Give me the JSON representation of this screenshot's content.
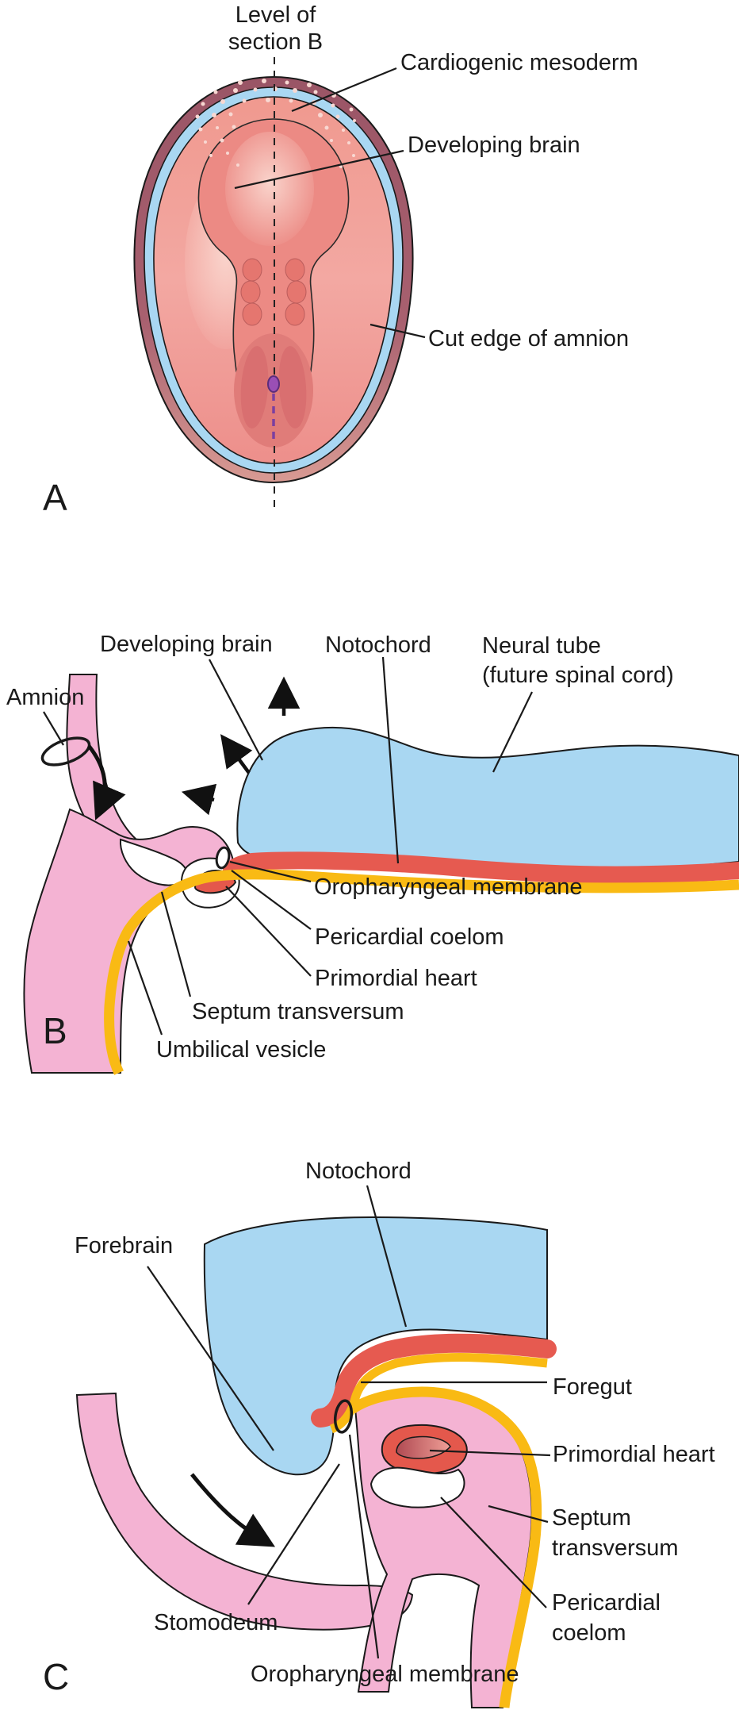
{
  "figure_type": "embryology diagram, head fold and primordial heart development",
  "panels": {
    "A": {
      "letter": "A",
      "labels": {
        "level_of_section": "Level of\nsection B",
        "cardiogenic_mesoderm": "Cardiogenic mesoderm",
        "developing_brain": "Developing brain",
        "cut_edge_of_amnion": "Cut edge of amnion"
      }
    },
    "B": {
      "letter": "B",
      "labels": {
        "developing_brain": "Developing brain",
        "notochord": "Notochord",
        "neural_tube": "Neural tube\n(future spinal cord)",
        "amnion": "Amnion",
        "oropharyngeal_membrane": "Oropharyngeal membrane",
        "pericardial_coelom": "Pericardial coelom",
        "primordial_heart": "Primordial heart",
        "septum_transversum": "Septum transversum",
        "umbilical_vesicle": "Umbilical vesicle"
      }
    },
    "C": {
      "letter": "C",
      "labels": {
        "notochord": "Notochord",
        "forebrain": "Forebrain",
        "foregut": "Foregut",
        "primordial_heart": "Primordial heart",
        "septum_transversum": "Septum\ntransversum",
        "pericardial_coelom": "Pericardial\ncoelom",
        "stomodeum": "Stomodeum",
        "oropharyngeal_membrane": "Oropharyngeal membrane"
      }
    }
  },
  "colors": {
    "neural_blue": "#a9d7f2",
    "notochord_red": "#e65a50",
    "endoderm_yellow": "#f9ba14",
    "mesoderm_pink": "#f4b3d3",
    "embryo_salmon": "#ec8a84",
    "embryo_interior_pink": "#f2a49e",
    "decidua_mauve_top": "#9a5566",
    "decidua_mauve_bottom": "#d89a93",
    "heart_red": "#e4584c",
    "primitive_streak_purple": "#8a46ad",
    "outline": "#1a1a1a"
  }
}
